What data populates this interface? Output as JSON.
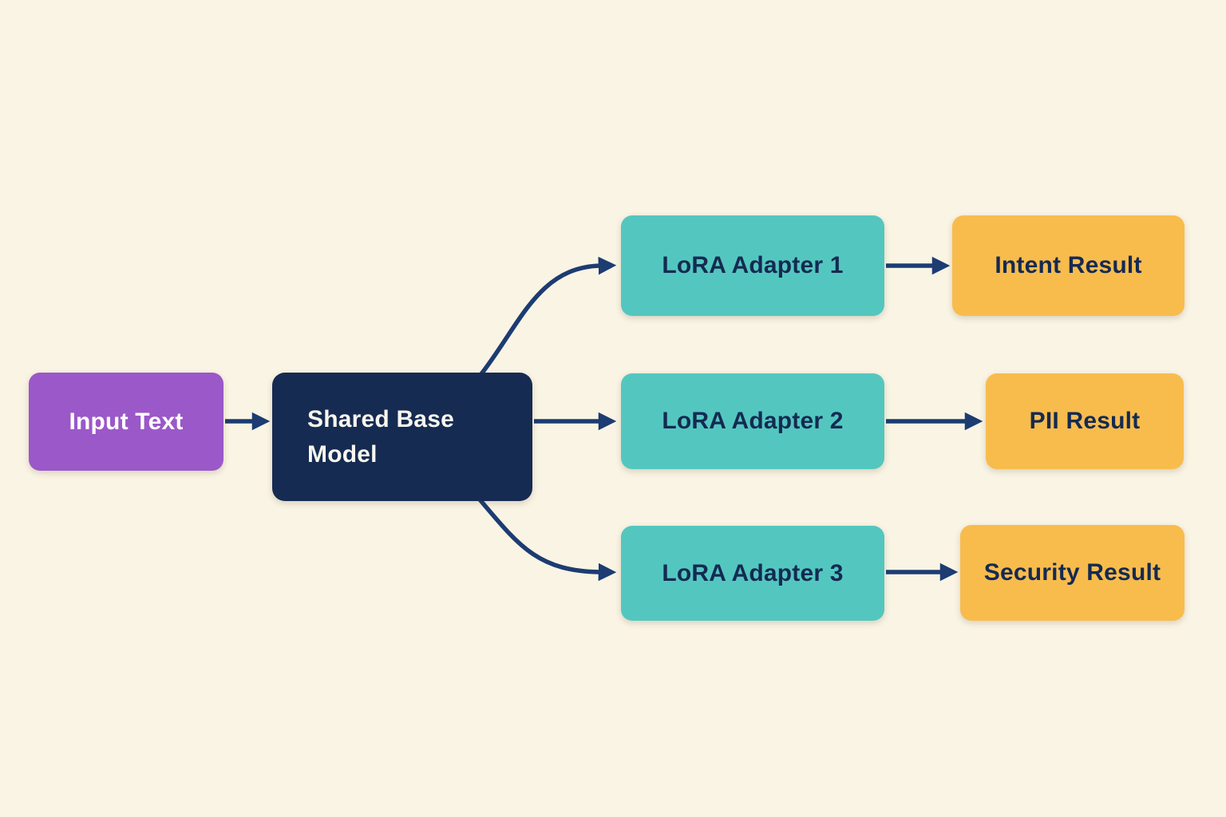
{
  "diagram": {
    "description": "LoRA multi-adapter inference flow diagram",
    "background_color": "#faf4e4",
    "arrow_color": "#1c3c72",
    "nodes": [
      {
        "id": "input-text",
        "label": "Input Text",
        "fill": "#9b58c9",
        "text_color": "#ffffff"
      },
      {
        "id": "shared-base-model",
        "label": "Shared Base Model",
        "fill": "#152b52",
        "text_color": "#f8f6ee"
      },
      {
        "id": "lora-adapter-1",
        "label": "LoRA Adapter 1",
        "fill": "#53c7bf",
        "text_color": "#142a52"
      },
      {
        "id": "intent-result",
        "label": "Intent Result",
        "fill": "#f8bc4d",
        "text_color": "#142a52"
      },
      {
        "id": "lora-adapter-2",
        "label": "LoRA Adapter 2",
        "fill": "#53c7bf",
        "text_color": "#142a52"
      },
      {
        "id": "pii-result",
        "label": "PII Result",
        "fill": "#f8bc4d",
        "text_color": "#142a52"
      },
      {
        "id": "lora-adapter-3",
        "label": "LoRA Adapter 3",
        "fill": "#53c7bf",
        "text_color": "#142a52"
      },
      {
        "id": "security-result",
        "label": "Security Result",
        "fill": "#f8bc4d",
        "text_color": "#142a52"
      }
    ],
    "edges": [
      {
        "from": "input-text",
        "to": "shared-base-model"
      },
      {
        "from": "shared-base-model",
        "to": "lora-adapter-1"
      },
      {
        "from": "shared-base-model",
        "to": "lora-adapter-2"
      },
      {
        "from": "shared-base-model",
        "to": "lora-adapter-3"
      },
      {
        "from": "lora-adapter-1",
        "to": "intent-result"
      },
      {
        "from": "lora-adapter-2",
        "to": "pii-result"
      },
      {
        "from": "lora-adapter-3",
        "to": "security-result"
      }
    ]
  }
}
